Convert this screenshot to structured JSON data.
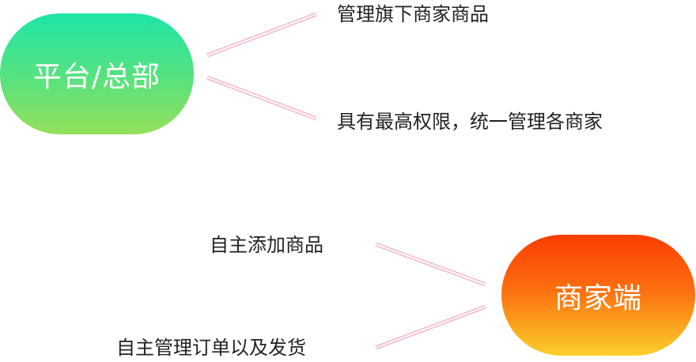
{
  "nodes": {
    "platform": {
      "label": "平台/总部",
      "descriptions": [
        "管理旗下商家商品",
        "具有最高权限，统一管理各商家"
      ]
    },
    "merchant": {
      "label": "商家端",
      "descriptions": [
        "自主添加商品",
        "自主管理订单以及发货"
      ]
    }
  },
  "colors": {
    "platform_gradient": [
      "#1ee5a6",
      "#95e05a"
    ],
    "merchant_gradient": [
      "#fb3d02",
      "#fbcf2a"
    ],
    "connector": "#f2b8c6"
  }
}
